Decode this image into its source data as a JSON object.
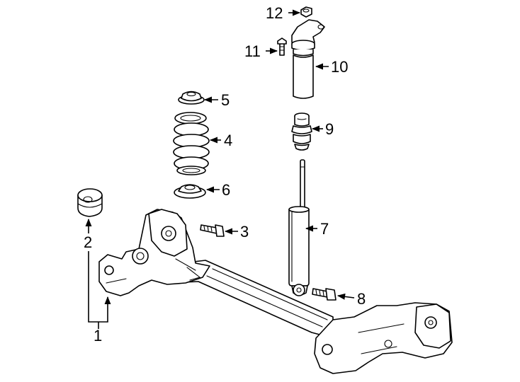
{
  "diagram": {
    "callouts": {
      "c1": "1",
      "c2": "2",
      "c3": "3",
      "c4": "4",
      "c5": "5",
      "c6": "6",
      "c7": "7",
      "c8": "8",
      "c9": "9",
      "c10": "10",
      "c11": "11",
      "c12": "12"
    },
    "colors": {
      "line": "#000000",
      "background": "#ffffff"
    }
  }
}
